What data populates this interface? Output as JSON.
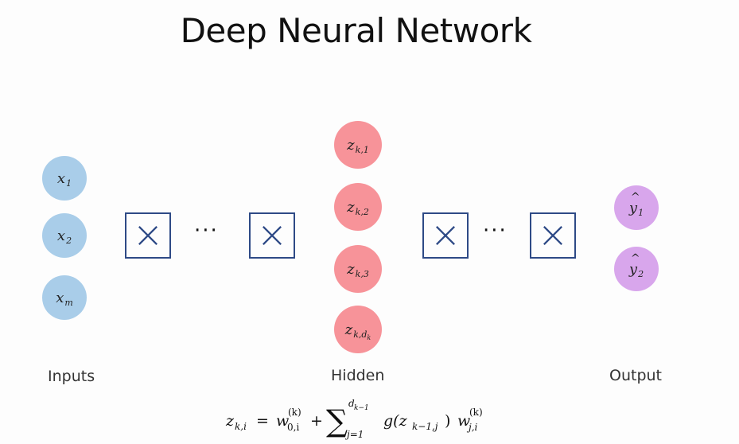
{
  "title": "Deep Neural Network",
  "labels": {
    "inputs": "Inputs",
    "hidden": "Hidden",
    "output": "Output"
  },
  "inputs": [
    {
      "var": "x",
      "sub": "1"
    },
    {
      "var": "x",
      "sub": "2"
    },
    {
      "var": "x",
      "sub": "m"
    }
  ],
  "hidden": [
    {
      "var": "z",
      "sub": "k,1"
    },
    {
      "var": "z",
      "sub": "k,2"
    },
    {
      "var": "z",
      "sub": "k,3"
    },
    {
      "var": "z",
      "sub": "k,d",
      "sub2": "k"
    }
  ],
  "outputs": [
    {
      "var": "y",
      "sub": "1"
    },
    {
      "var": "y",
      "sub": "2"
    }
  ],
  "ellipsis": "···",
  "equation": {
    "lhs": "z",
    "lhs_sub": "k,i",
    "equals": "=",
    "w0": "w",
    "w0_sub": "0,i",
    "w0_sup": "(k)",
    "plus": "+",
    "sum_upper": "d",
    "sum_upper_sub": "k−1",
    "sum_lower": "j=1",
    "g": "g(z",
    "g_sub": "k−1,j",
    "g_close": ")",
    "w": "w",
    "w_sub": "j,i",
    "w_sup": "(k)"
  },
  "colors": {
    "input": "#a9cde9",
    "hidden": "#f79399",
    "output": "#d8a6ec",
    "box_border": "#2e4a86"
  },
  "icons": [
    "cross-box-icon"
  ]
}
